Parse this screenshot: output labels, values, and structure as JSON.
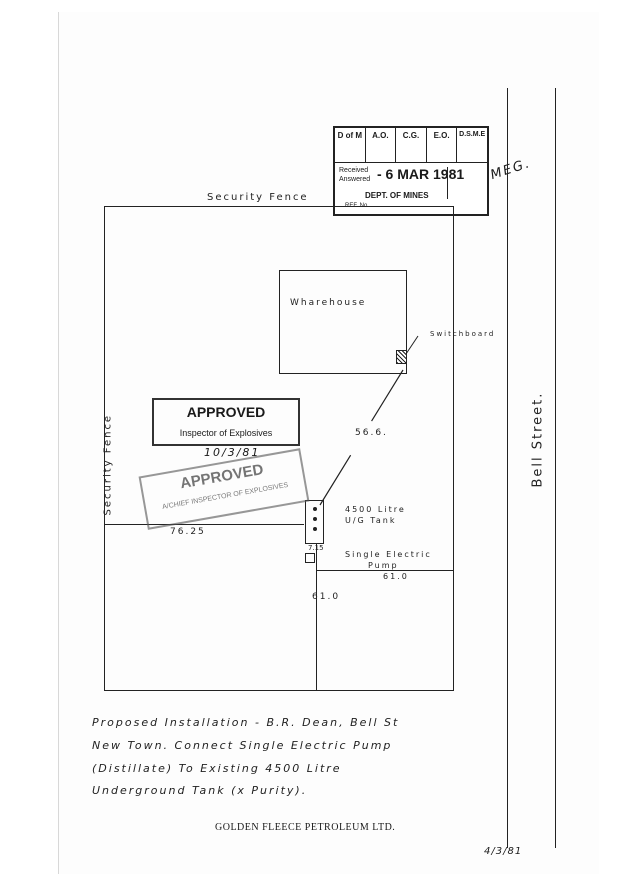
{
  "stamp": {
    "col1": "D of M",
    "col2": "A.O.",
    "col3": "C.G.",
    "col4": "E.O.",
    "col5": "D.S.M.E",
    "received_label": "Received",
    "answered_label": "Answered",
    "date": "- 6 MAR 1981",
    "dept": "DEPT. OF MINES",
    "ref": "REF. No.",
    "initials": "MEG."
  },
  "plan": {
    "security_fence_top": "Security Fence",
    "security_fence_side": "Security Fence",
    "warehouse": "Wharehouse",
    "switchboard": "Switchboard",
    "street": "Bell Street.",
    "dim_56": "56.6.",
    "dim_76": "76.25",
    "dim_61a": "61.0",
    "dim_61b": "61.0",
    "dim_715": "7.15",
    "tank_label_1": "4500 Litre",
    "tank_label_2": "U/G Tank",
    "pump_label_1": "Single Electric",
    "pump_label_2": "Pump"
  },
  "approval1": {
    "title": "APPROVED",
    "subtitle": "Inspector of Explosives",
    "date": "10/3/81"
  },
  "approval2": {
    "title": "APPROVED",
    "subtitle": "A/CHIEF INSPECTOR OF EXPLOSIVES"
  },
  "notes": {
    "line1": "Proposed Installation - B.R. Dean, Bell St",
    "line2": "New Town. Connect Single Electric Pump",
    "line3": "(Distillate) To Existing 4500 Litre",
    "line4": "Underground Tank (x Purity)."
  },
  "footer": {
    "company": "GOLDEN FLEECE PETROLEUM LTD.",
    "date": "4/3/81"
  }
}
